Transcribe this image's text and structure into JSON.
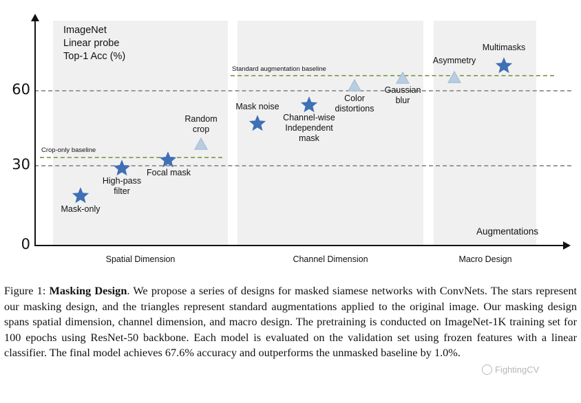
{
  "figure": {
    "plot_title": "ImageNet\nLinear probe\nTop-1 Acc (%)",
    "augmentations_label": "Augmentations",
    "yticks": [
      "60",
      "30",
      "0"
    ],
    "categories": [
      "Spatial Dimension",
      "Channel Dimension",
      "Macro Design"
    ],
    "baseline_labels": {
      "crop_only": "Crop-only baseline",
      "standard_aug": "Standard augmentation baseline"
    },
    "point_labels": {
      "mask_only": "Mask-only",
      "high_pass_filter": "High-pass\nfilter",
      "focal_mask": "Focal mask",
      "random_crop": "Random\ncrop",
      "mask_noise": "Mask noise",
      "channel_wise": "Channel-wise\nIndependent\nmask",
      "color_distortions": "Color\ndistortions",
      "gaussian_blur": "Gaussian\nblur",
      "asymmetry": "Asymmetry",
      "multimasks": "Multimasks"
    },
    "colors": {
      "star": "#3f6fb5",
      "triangle": "#b9cde0",
      "gridline": "#9a9a9a",
      "baseline": "#8fa860",
      "band": "#f0f0f0",
      "axis": "#111111"
    }
  },
  "chart_data": {
    "type": "scatter",
    "title": "ImageNet Linear probe Top-1 Acc (%)",
    "xlabel": "Augmentations",
    "ylabel": "ImageNet Linear probe Top-1 Acc (%)",
    "ylim": [
      0,
      75
    ],
    "yticks": [
      0,
      30,
      60
    ],
    "grid": true,
    "legend": "none",
    "groups": [
      "Spatial Dimension",
      "Channel Dimension",
      "Macro Design"
    ],
    "series": [
      {
        "name": "Masking design (stars)",
        "marker": "star",
        "color": "#3f6fb5",
        "points": [
          {
            "label": "Mask-only",
            "group": "Spatial Dimension",
            "x": 1,
            "y": 19.0
          },
          {
            "label": "High-pass filter",
            "group": "Spatial Dimension",
            "x": 2,
            "y": 29.5
          },
          {
            "label": "Focal mask",
            "group": "Spatial Dimension",
            "x": 3,
            "y": 31.5
          },
          {
            "label": "Mask noise",
            "group": "Channel Dimension",
            "x": 5,
            "y": 48.0
          },
          {
            "label": "Channel-wise Independent mask",
            "group": "Channel Dimension",
            "x": 6,
            "y": 55.0
          },
          {
            "label": "Multimasks",
            "group": "Macro Design",
            "x": 9,
            "y": 67.6
          }
        ]
      },
      {
        "name": "Standard augmentations (triangles)",
        "marker": "triangle",
        "color": "#b9cde0",
        "points": [
          {
            "label": "Random crop",
            "group": "Spatial Dimension",
            "x": 4,
            "y": 39.0
          },
          {
            "label": "Color distortions",
            "group": "Channel Dimension",
            "x": 7,
            "y": 61.5
          },
          {
            "label": "Gaussian blur",
            "group": "Channel Dimension",
            "x": 8,
            "y": 64.5
          },
          {
            "label": "Asymmetry",
            "group": "Macro Design",
            "x": 10,
            "y": 64.8
          }
        ]
      }
    ],
    "reference_lines": [
      {
        "label": "Crop-only baseline",
        "y": 33.5,
        "color": "#8fa860",
        "style": "dashed"
      },
      {
        "label": "Standard augmentation baseline",
        "y": 66.6,
        "color": "#8fa860",
        "style": "dashed"
      },
      {
        "label": "",
        "y": 60.0,
        "color": "#9a9a9a",
        "style": "dashed"
      },
      {
        "label": "",
        "y": 30.0,
        "color": "#9a9a9a",
        "style": "dashed"
      }
    ]
  },
  "caption": {
    "figure_number": "Figure 1:",
    "bold_title": "Masking Design",
    "body": ". We propose a series of designs for masked siamese networks with ConvNets. The stars represent our masking design, and the triangles represent standard augmentations applied to the original image. Our masking design spans spatial dimension, channel dimension, and macro design. The pretraining is conducted on ImageNet-1K training set for 100 epochs using ResNet-50 backbone. Each model is evaluated on the validation set using frozen features with a linear classifier. The final model achieves 67.6% accuracy and outperforms the unmasked baseline by 1.0%."
  },
  "watermark": {
    "text": "FightingCV"
  }
}
